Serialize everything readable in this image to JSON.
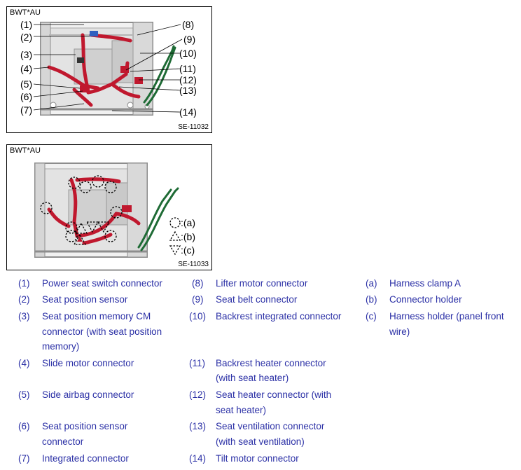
{
  "figure1": {
    "code": "BWT*AU",
    "id": "SE-11032",
    "callouts": [
      "(1)",
      "(2)",
      "(3)",
      "(4)",
      "(5)",
      "(6)",
      "(7)",
      "(8)",
      "(9)",
      "(10)",
      "(11)",
      "(12)",
      "(13)",
      "(14)"
    ]
  },
  "figure2": {
    "code": "BWT*AU",
    "id": "SE-11033",
    "symbols": [
      ":(a)",
      ":(b)",
      ":(c)"
    ]
  },
  "legend": {
    "col1": [
      {
        "num": "(1)",
        "lines": [
          "Power seat switch connector"
        ]
      },
      {
        "num": "(2)",
        "lines": [
          "Seat position sensor"
        ]
      },
      {
        "num": "(3)",
        "lines": [
          "Seat position memory CM",
          "connector (with seat position",
          "memory)"
        ]
      },
      {
        "num": "(4)",
        "lines": [
          "Slide motor connector"
        ]
      },
      {
        "num": "(5)",
        "lines": [
          "Side airbag connector"
        ]
      },
      {
        "num": "(6)",
        "lines": [
          "Seat position sensor",
          "connector"
        ]
      },
      {
        "num": "(7)",
        "lines": [
          "Integrated connector"
        ]
      }
    ],
    "col2": [
      {
        "num": "(8)",
        "lines": [
          "Lifter motor connector"
        ]
      },
      {
        "num": "(9)",
        "lines": [
          "Seat belt connector"
        ]
      },
      {
        "num": "(10)",
        "lines": [
          "Backrest integrated connector"
        ]
      },
      {
        "num": "(11)",
        "lines": [
          "Backrest heater connector",
          "(with seat heater)"
        ]
      },
      {
        "num": "(12)",
        "lines": [
          "Seat heater connector (with",
          "seat heater)"
        ]
      },
      {
        "num": "(13)",
        "lines": [
          "Seat ventilation connector",
          "(with seat ventilation)"
        ]
      },
      {
        "num": "(14)",
        "lines": [
          "Tilt motor connector"
        ]
      }
    ],
    "col3": [
      {
        "num": "(a)",
        "lines": [
          "Harness clamp A"
        ]
      },
      {
        "num": "(b)",
        "lines": [
          "Connector holder"
        ]
      },
      {
        "num": "(c)",
        "lines": [
          "Harness holder (panel front",
          "wire)"
        ]
      }
    ]
  },
  "colors": {
    "harness_red": "#c0182e",
    "harness_green": "#1e6b35",
    "legend_text": "#2b30a6",
    "frame_gray": "#9a9a9a"
  }
}
